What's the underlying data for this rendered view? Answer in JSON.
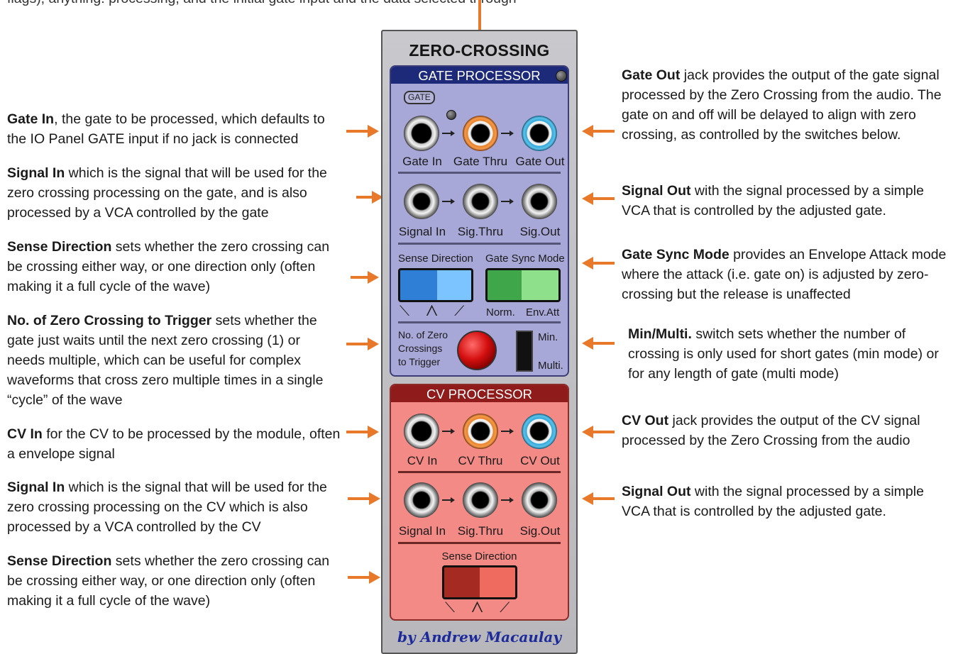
{
  "annotations": {
    "top": "flags), anything: processing, and the initial gate input and the data selected through",
    "left": [
      {
        "bold": "Gate In",
        "text": ", the gate to be processed, which defaults to the IO Panel GATE input if no jack is connected"
      },
      {
        "bold": "Signal In",
        "text": " which is the signal that will be used for the zero crossing processing on the gate, and is also processed by a VCA controlled by the gate"
      },
      {
        "bold": "Sense Direction",
        "text": " sets whether the zero crossing can be crossing either way, or one direction only (often making it a full cycle of the wave)"
      },
      {
        "bold": "No. of Zero Crossing to Trigger",
        "text": " sets whether the gate just waits until the next zero crossing (1) or needs multiple, which can be useful for complex waveforms that cross zero multiple times in a single “cycle” of the wave"
      },
      {
        "bold": "CV In",
        "text": " for the CV to be processed by the module, often a envelope signal"
      },
      {
        "bold": "Signal In",
        "text": " which is the signal that will be used for the zero crossing processing on the CV which is also processed by a VCA controlled by the CV"
      },
      {
        "bold": "Sense Direction",
        "text": " sets whether the zero crossing can be crossing either way, or one direction only (often making it a full cycle of the wave)"
      }
    ],
    "right": [
      {
        "bold": "Gate Out",
        "text": " jack provides the output of the gate signal processed by the Zero Crossing from the audio. The gate on and off will be delayed to align with zero crossing, as controlled by the switches below."
      },
      {
        "bold": "Signal Out",
        "text": " with the signal processed by a simple VCA that is controlled by the adjusted gate."
      },
      {
        "bold": "Gate Sync Mode",
        "text": " provides an Envelope Attack mode where the attack (i.e. gate on) is adjusted by zero-crossing but the release is unaffected"
      },
      {
        "bold": "Min/Multi.",
        "text": " switch sets whether the number of crossing is only used for short gates (min mode) or for any length of gate (multi mode)"
      },
      {
        "bold": "CV Out",
        "text": " jack provides the output of the CV signal processed by the Zero Crossing from the audio"
      },
      {
        "bold": "Signal Out",
        "text": " with the signal processed by a simple VCA that is controlled by the adjusted gate."
      }
    ]
  },
  "module": {
    "title": "ZERO-CROSSING",
    "gate_processor": {
      "header": "GATE PROCESSOR",
      "gate_badge": "GATE",
      "row1_labels": [
        "Gate In",
        "Gate Thru",
        "Gate Out"
      ],
      "row2_labels": [
        "Signal In",
        "Sig.Thru",
        "Sig.Out"
      ],
      "sense_direction": "Sense Direction",
      "gate_sync_mode": "Gate Sync Mode",
      "direction_symbols": "⟍ ⋀ ⟋",
      "norm": "Norm.",
      "env_att": "Env.Att",
      "zero_crossings_label": "No. of Zero Crossings to Trigger",
      "min": "Min.",
      "multi": "Multi."
    },
    "cv_processor": {
      "header": "CV PROCESSOR",
      "row1_labels": [
        "CV In",
        "CV Thru",
        "CV Out"
      ],
      "row2_labels": [
        "Signal In",
        "Sig.Thru",
        "Sig.Out"
      ],
      "sense_direction": "Sense Direction",
      "direction_symbols": "⟍ ⋀ ⟋"
    },
    "signature": "by Andrew Macaulay"
  },
  "colors": {
    "arrow": "#e8782a",
    "gate_header": "#1d2a7a",
    "cv_header": "#8f1b1b",
    "gate_panel": "#a8a8d8",
    "cv_panel": "#f48a86"
  }
}
